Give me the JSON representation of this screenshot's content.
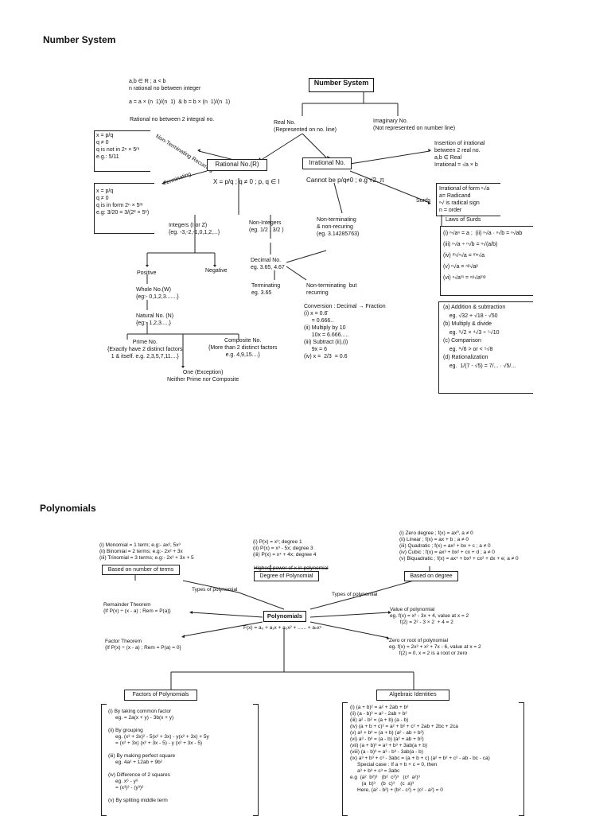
{
  "page1": {
    "heading": "Number System",
    "root": "Number System",
    "rational_interval": "a,b ∈ R ; a < b\nn rational no between integer",
    "rational_formula": "a = a × (n  1)/(n  1)  & b = b × (n  1)/(n  1)",
    "rational_between": "Rational no between 2 integral no.",
    "real": "Real No.\n(Represented on no. line)",
    "imaginary": "Imaginary No.\n(Not represented on number line)",
    "left_box_1": "x = p/q\nq ≠ 0\nq is not in 2ⁿ × 5ᵐ\ne.g.: 5/11",
    "non_terminating_recurring": "Non-Terminating\nRecurring",
    "terminating": "Terminating",
    "rational_box": "Rational No.(R)",
    "irrational_box": "Irrational No.",
    "rational_def": "X = p/q  ; q ≠ 0 ; p, q ∈ I",
    "irrational_def": "Cannot be p/q≠0   ; e.g √2, π",
    "left_box_2": "x = p/q\nq ≠ 0\nq is in form 2ⁿ × 5ᵐ\ne.g: 3/20 = 3/(2² × 5¹)",
    "insertion": "Insertion of irrational\nbetween 2 real no.\na,b ∈ Real\nIrrational = √a × b",
    "surds_label": "Surds",
    "surds_def": "Irrational of form ⁿ√a\na= Radicand\nⁿ√ is radical sign\nn = order",
    "laws_of_surds": "Laws of Surds",
    "laws": "(i) ⁿ√aⁿ = a ;  (ii) ⁿ√a · ⁿ√b = ⁿ√ab\n(iii) ⁿ√a ÷ ⁿ√b = ⁿ√(a/b)\n(iv) ᵐ√ⁿ√a = ᵐⁿ√a\n(v) ⁿ√a = ⁿᵖ√aᵖ\n(vi) ⁿ√aᵐ = ⁿᵖ√aᵐᵖ",
    "integers": "Integers (I or Z)\n{eg. -3,-2,-1,0,1,2,...}",
    "non_integers": "Non-Integers\n(eg. 1/2 , 3/2 )",
    "non_term_non_recur": "Non-terminating\n& non-recuring\n(eg. 3.14285763)",
    "positive": "Positive",
    "negative": "Negative",
    "decimal_no": "Decimal No.\neg. 3.65, 4.67",
    "terminating_eg": "Terminating\neg. 3.65",
    "non_term_recur": "Non-terminating  but\nrecurring",
    "whole": "Whole No.(W)\n{eg:- 0,1,2,3.......}",
    "natural": "Natural No. (N)\n{eg:- 1,2,3.....}",
    "conversion": "Conversion : Decimal → Fraction\n(i) x = 0.6̄\n     = 0.666..\n(ii) Multiply by 10\n     10x = 6.666.....\n(iii) Subtract (ii),(i)\n     9x = 6\n(iv) x =  2/3  = 0.6",
    "operations": "(a) Addition & subtraction\n    eg. √32 + √18 - √50\n(b) Multiply & divide\n    eg. ³√2 × ⁴√3 ÷ ⁵√10\n(c) Comparison\n    eg. ³√6 > or < ⁵√8\n(d) Rationalization\n    eg.  1/(7 - √5) = 7/... · √5/...",
    "prime": "Prime No.\n{Exactly have 2 distinct factors\n1 & itself. e.g. 2,3,5,7,11....}",
    "composite": "Composite No.\n{More than 2 distinct factors\ne.g. 4,9,15....}",
    "one": "One (Exception)\nNeither Prime nor Composite"
  },
  "page2": {
    "heading": "Polynomials",
    "based_terms_list": "(i) Monomial = 1 term; e.g:- ax², 5x³\n(ii) Binomial = 2 terms; e.g:- 2x² + 3x\n(iii) Trinomial = 3 terms; e.g:- 2x² + 3x + 5",
    "based_terms": "Based on number of terms",
    "degree_list": "(i) P(x) = x³; degree 1\n(ii) P(x) = x³ - 5x; degree 3\n(iii) P(x) = x⁴ + 4x; degree 4",
    "highest_power": "Highest power of x in polynomial",
    "degree_box": "Degree of Polynomial",
    "based_degree_list": "(i) Zero degree ; f(x) = ax⁰, a ≠ 0\n(ii) Linear ; f(x) = ax + b ; a ≠ 0\n(iii) Quadratic ; f(x) = ax² + bx + c ; a ≠ 0\n(iv) Cubic ; f(x) = ax³ + bx² + cx + d ; a ≠ 0\n(v) Biquadratic ; f(x) = ax⁴ + bx³ + cx² + dx + e; a ≠ 0",
    "based_degree": "Based on degree",
    "types_left": "Types of polynomial",
    "types_right": "Types of polynomial",
    "remainder": "Remainder Theorem\n{If P(x) ÷ (x - a) ; Rem = P(a)}",
    "polynomials_box": "Polynomials",
    "general_form": "F(x) = a₀ + a₁x + a₂x² + ...... + aₙxⁿ",
    "value": "Value of polynomial\neg. f(x) = x² - 3x + 4, value at x = 2\n       f(2) = 2² - 3 × 2  + 4 = 2",
    "factor_theorem": "Factor Theorem\n{If P(x) ÷ (x - a) ; Rem = P(a) = 0}",
    "zero_root": "Zero or root of polynomial\neg. f(x) = 2x³ + x² + 7x - 6, value at x = 2\n       f(2) = 0, x = 2 is a root or zero",
    "factors_box": "Factors of Polynomials",
    "identities_box": "Algebraic Identities",
    "factors_list": "(i) By taking common factor\n     eg. = 2a(x + y) - 3b(x + y)\n\n(ii) By grouping\n     eg. (x³ + 3x)² - 5(x² + 3x) - y(x² + 3x) + 5y\n     = (x² + 3x) (x² + 3x - 5) - y (x² + 3x - 5)\n\n(iii) By making perfect square\n     eg. 4a² + 12ab + 9b²\n\n(iv) Difference of 2 squares\n     eg. x⁶ - y⁶\n     = (x³)² - (y³)²\n\n(v) By spliting middle term",
    "identities_list": "(i) (a + b)² = a² + 2ab + b²\n(ii) (a - b)² = a² - 2ab + b²\n(iii) a² - b² = (a + b) (a - b)\n(iv) (a + b + c)² = a² + b² + c² + 2ab + 2bc + 2ca\n(v) a³ + b³ = (a + b) (a² - ab + b²)\n(vi) a³ - b³ = (a - b) (a² + ab + b²)\n(vii) (a + b)³ = a³ + b³ + 3ab(a + b)\n(viii) (a - b)³ = a³ - b³ - 3ab(a - b)\n(ix) a³ + b³ + c³ - 3abc = (a + b + c) (a² + b² + c² - ab - bc - ca)\n     Special case : If a + b + c = 0, then\n     a³ + b³ + c³ = 3abc\ne.g  (a²  b²)³   (b²  c²)³   (c²  a²)³\n        (a  b)³    (b  c)³    (c  a)³\n     Here, (a² - b²) + (b² - c²) + (c² - a²) = 0"
  }
}
